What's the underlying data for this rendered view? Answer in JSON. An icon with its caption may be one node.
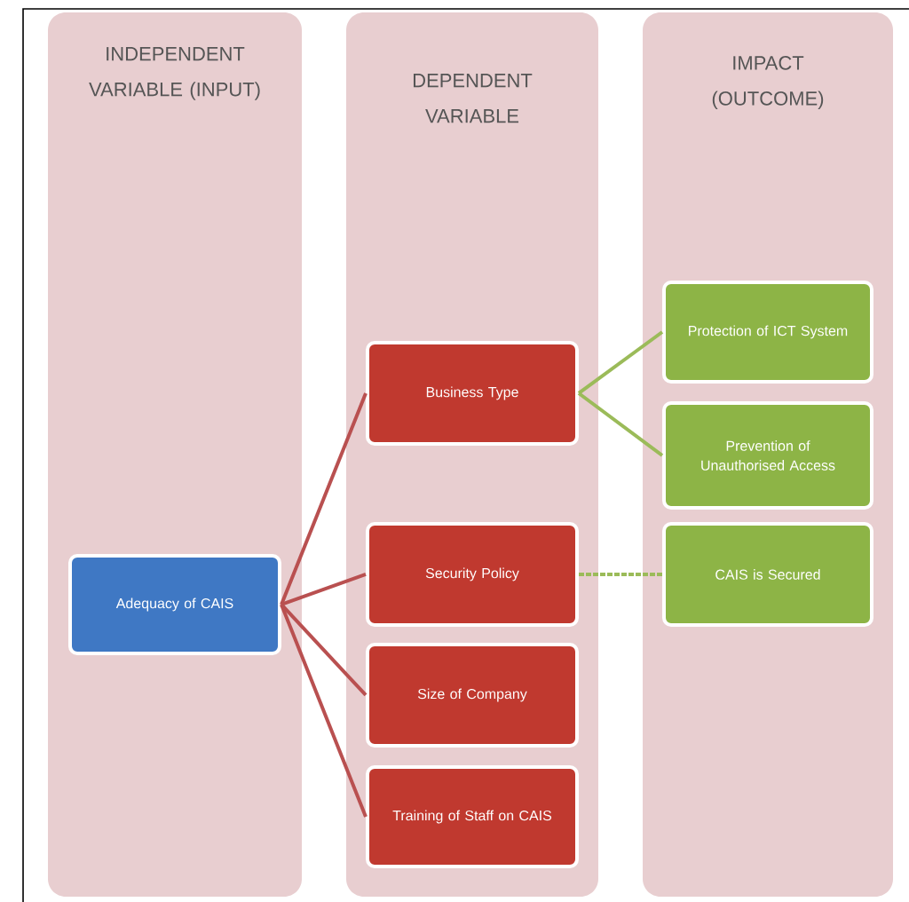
{
  "diagram": {
    "nodes": [
      {
        "text": [
          "INDEPENDENT VARIABLE (INPUT)"
        ]
      },
      {
        "text": [
          "DEPENDENT VARIABLE"
        ]
      },
      {
        "text": [
          "IMPACT (OUTCOME)"
        ]
      },
      {
        "text": [
          "Adequacy of CAIS"
        ],
        "in": 0
      },
      {
        "text": [
          "Business Type"
        ],
        "in": 1
      },
      {
        "text": [
          "Security Policy"
        ],
        "in": 1
      },
      {
        "text": [
          "Size of Company"
        ],
        "in": 1
      },
      {
        "text": [
          "Training of Staff on CAIS"
        ],
        "in": 1
      },
      {
        "text": [
          "Protection of ICT System"
        ],
        "in": 2
      },
      {
        "text": [
          "Prevention of Unauthorised Access"
        ],
        "in": 2
      },
      {
        "text": [
          "CAIS is Secured"
        ],
        "in": 2
      }
    ],
    "edges": [
      {
        "from": 3,
        "to": 4,
        "arrow": "none"
      },
      {
        "from": 3,
        "to": 5,
        "arrow": "none"
      },
      {
        "from": 3,
        "to": 6,
        "arrow": "none"
      },
      {
        "from": 3,
        "to": 7,
        "arrow": "none"
      },
      {
        "from": 4,
        "to": 8,
        "arrow": "none",
        "color": "#9bbb59"
      },
      {
        "from": 4,
        "to": 9,
        "arrow": "none",
        "color": "#9bbb59"
      },
      {
        "from": 5,
        "to": 10,
        "arrow": "none",
        "color": "#9bbb59",
        "style": "dashed"
      }
    ]
  }
}
